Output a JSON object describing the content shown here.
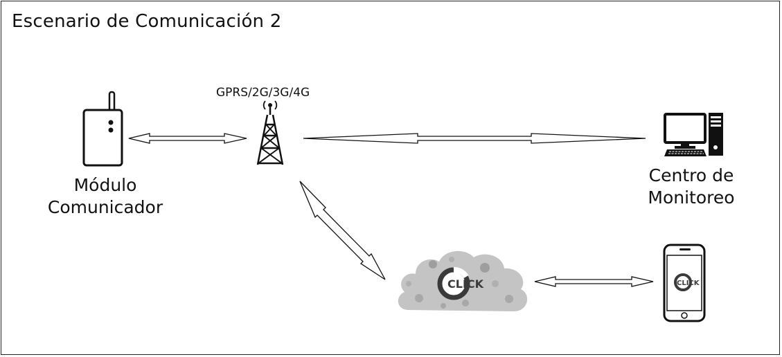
{
  "title": "Escenario de Comunicación 2",
  "network": {
    "label": "GPRS/2G/3G/4G"
  },
  "nodes": {
    "module": {
      "line1": "Módulo",
      "line2": "Comunicador"
    },
    "center": {
      "line1": "Centro de",
      "line2": "Monitoreo"
    },
    "cloud_logo": "CLICK",
    "phone_logo": "CLICK"
  },
  "icons": {
    "module": "communicator-module-icon",
    "tower": "cell-tower-icon",
    "computer": "desktop-computer-icon",
    "cloud": "cloud-icon",
    "phone": "smartphone-icon"
  },
  "colors": {
    "stroke": "#111111",
    "cloud": "#bfbfbf",
    "cloud_dark": "#8c8c8c",
    "logo_dark": "#3a3a3a"
  }
}
